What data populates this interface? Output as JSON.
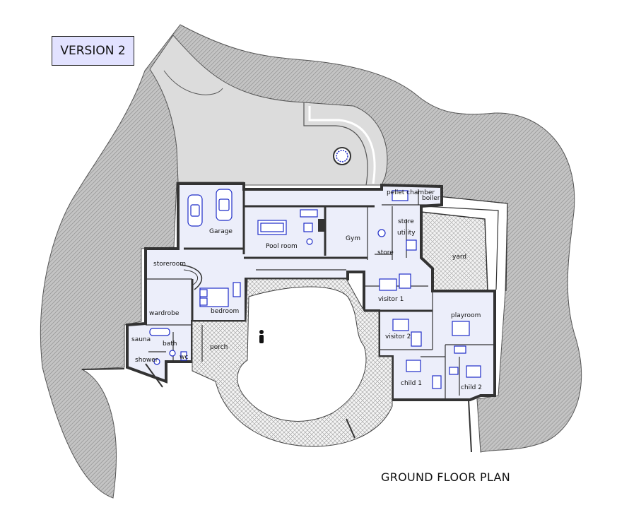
{
  "version_label": "VERSION 2",
  "plan_title": "GROUND FLOOR PLAN",
  "rooms": {
    "garage": "Garage",
    "pool_room": "Pool room",
    "gym": "Gym",
    "pellet_chamber": "pellet chamber",
    "boiler": "boiler",
    "store_upper": "store",
    "utility": "utility",
    "store_lower": "store",
    "storeroom": "storeroom",
    "bedroom": "bedroom",
    "wardrobe": "wardrobe",
    "sauna": "sauna",
    "bath": "bath",
    "shower": "shower",
    "wc": "wc",
    "porch": "porch",
    "yard": "yard",
    "visitor_1": "visitor 1",
    "visitor_2": "visitor 2",
    "playroom": "playroom",
    "child_1": "child 1",
    "child_2": "child 2"
  },
  "colors": {
    "terrain": "#b4b4b4",
    "driveway": "#dcdcdc",
    "interior": "#eceefa",
    "furniture": "#1e2cc8",
    "version_box": "#e2e2ff"
  }
}
